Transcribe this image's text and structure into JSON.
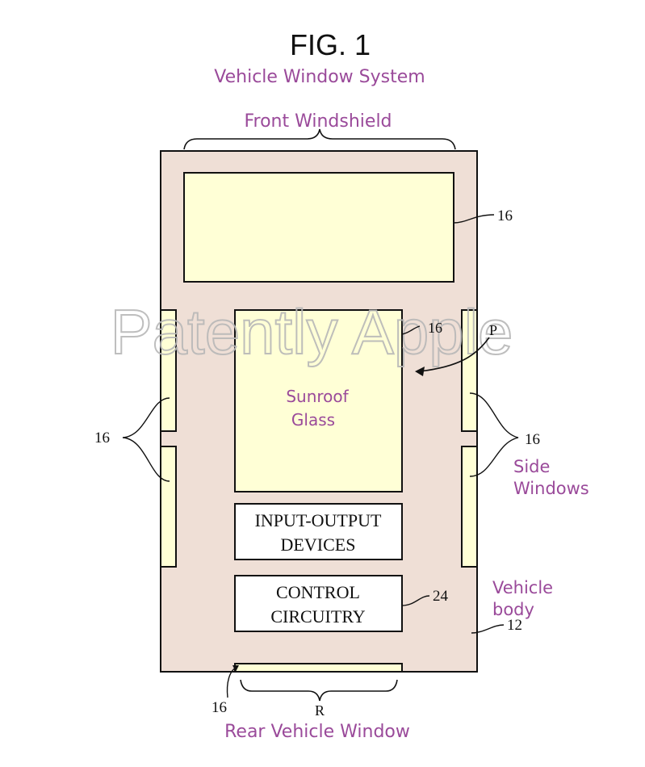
{
  "figure": {
    "title": "FIG. 1",
    "subtitle": "Vehicle Window System"
  },
  "labels": {
    "front_windshield": "Front Windshield",
    "sunroof_line1": "Sunroof",
    "sunroof_line2": "Glass",
    "io_line1": "INPUT-OUTPUT",
    "io_line2": "DEVICES",
    "control_line1": "CONTROL",
    "control_line2": "CIRCUITRY",
    "side_windows_line1": "Side",
    "side_windows_line2": "Windows",
    "vehicle_body_line1": "Vehicle",
    "vehicle_body_line2": "body",
    "rear_window": "Rear Vehicle Window"
  },
  "refs": {
    "windshield": "16",
    "sunroof": "16",
    "arrow_p": "P",
    "left_windows": "16",
    "right_windows": "16",
    "control": "24",
    "body": "12",
    "rear": "16",
    "rear_r": "R"
  },
  "watermark": "Patently Apple",
  "colors": {
    "body_fill": "#efdfd6",
    "glass_fill": "#ffffd6",
    "accent_purple": "#9a4a9a",
    "line": "#111111",
    "watermark": "#b8b8b8"
  }
}
